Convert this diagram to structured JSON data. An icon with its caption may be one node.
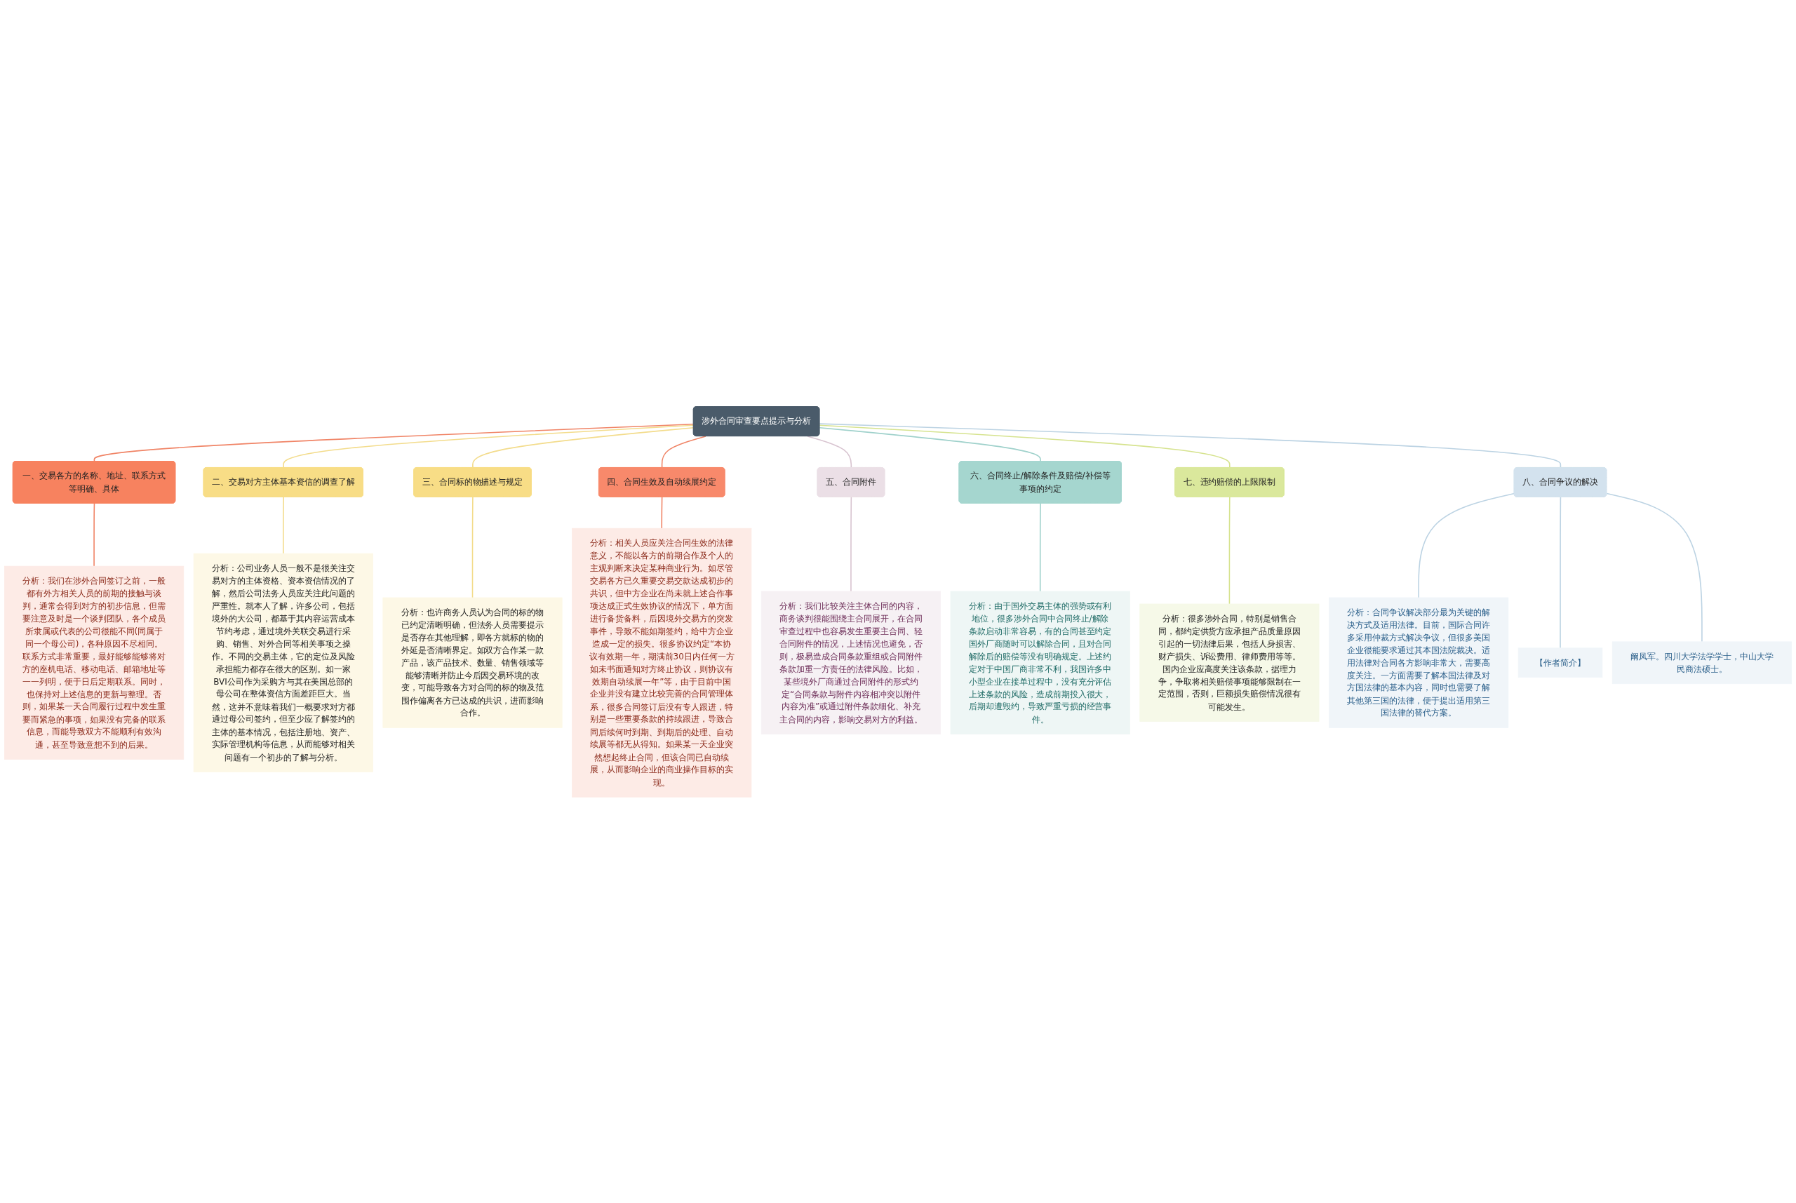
{
  "diagram": {
    "nodes": [
      {
        "text": [
          "涉外合同审查要点提示与分析"
        ]
      },
      {
        "text": [
          "一、交易各方的名称、地址、联系方式等明确、具体"
        ]
      },
      {
        "text": [
          "分析：我们在涉外合同签订之前，一般都有外方相关人员的前期的接触与谈判，通常会得到对方的初步信息，但需要注意及时是一个谈判团队，各个成员所隶属或代表的公司很能不同(同属于同一个母公司)，各种原因不尽相同。联系方式非常重要，最好能够能够将对方的座机电话、移动电话、邮箱地址等一一列明，便于日后定期联系。同时，也保持对上述信息的更新与整理。否则，如果某一天合同履行过程中发生重要而紧急的事项，如果没有完备的联系信息，而能导致双方不能顺利有效沟通，甚至导致意想不到的后果。"
        ]
      },
      {
        "text": [
          "二、交易对方主体基本资信的调查了解"
        ]
      },
      {
        "text": [
          "分析：公司业务人员一般不是很关注交易对方的主体资格、资本资信情况的了解，然后公司法务人员应关注此问题的严重性。就本人了解，许多公司，包括境外的大公司，都基于其内容运营成本节约考虑，通过境外关联交易进行采购、销售、对外合同等相关事项之操作。不同的交易主体，它的定位及风险承担能力都存在很大的区别。如一家BVI公司作为采购方与其在美国总部的母公司在整体资信方面差距巨大。当然，这并不意味着我们一概要求对方都通过母公司签约，但至少应了解签约的主体的基本情况，包括注册地、资产、实际管理机构等信息，从而能够对相关问题有一个初步的了解与分析。"
        ]
      },
      {
        "text": [
          "三、合同标的物描述与规定"
        ]
      },
      {
        "text": [
          "分析：也许商务人员认为合同的标的物已约定清晰明确，但法务人员需要提示是否存在其他理解，即各方就标的物的外延是否清晰界定。如双方合作某一款产品，该产品技术、数量、销售领域等能够清晰并防止今后因交易环境的改变，可能导致各方对合同的标的物及范围作偏离各方已达成的共识，进而影响合作。"
        ]
      },
      {
        "text": [
          "四、合同生效及自动续展约定"
        ]
      },
      {
        "text": [
          "分析：相关人员应关注合同生效的法律意义，不能以各方的前期合作及个人的主观判断来决定某种商业行为。如尽管交易各方已久重要交易交款达成初步的共识，但中方企业在尚未就上述合作事项达成正式生效协议的情况下，单方面进行备货备料，后因境外交易方的突发事件，导致不能如期签约，给中方企业造成一定的损失。很多协议约定“本协议有效期一年，期满前30日内任何一方如未书面通知对方终止协议，则协议有效期自动续展一年”等，由于目前中国企业并没有建立比较完善的合同管理体系，很多合同签订后没有专人跟进，特别是一些重要条款的持续跟进，导致合同后续何时到期、到期后的处理、自动续展等都无从得知。如果某一天企业突然想起终止合同，但该合同已自动续展，从而影响企业的商业操作目标的实现。"
        ]
      },
      {
        "text": [
          "五、合同附件"
        ]
      },
      {
        "text": [
          "分析：我们比较关注主体合同的内容，商务谈判很能围绕主合同展开，在合同审查过程中也容易发生重要主合同、轻合同附件的情况，上述情况也避免，否则，极易造成合同条款重组或合同附件条款加重一方责任的法律风险。比如，某些境外厂商通过合同附件的形式约定“合同条款与附件内容相冲突以附件内容为准”或通过附件条款细化、补充主合同的内容，影响交易对方的利益。"
        ]
      },
      {
        "text": [
          "六、合同终止/解除条件及赔偿/补偿等事项的约定"
        ]
      },
      {
        "text": [
          "分析：由于国外交易主体的强势或有利地位，很多涉外合同中合同终止/解除条款启动非常容易，有的合同甚至约定国外厂商随时可以解除合同，且对合同解除后的赔偿等没有明确规定。上述约定对于中国厂商非常不利，我国许多中小型企业在接单过程中，没有充分评估上述条款的风险，造成前期投入很大，后期却遭毁约，导致严重亏损的经营事件。"
        ]
      },
      {
        "text": [
          "七、违约赔偿的上限限制"
        ]
      },
      {
        "text": [
          "分析：很多涉外合同，特别是销售合同，都约定供货方应承担产品质量原因引起的一切法律后果，包括人身损害、财产损失、诉讼费用、律师费用等等。国内企业应高度关注该条款，据理力争，争取将相关赔偿事项能够限制在一定范围，否则，巨额损失赔偿情况很有可能发生。"
        ]
      },
      {
        "text": [
          "八、合同争议的解决"
        ]
      },
      {
        "text": [
          "分析：合同争议解决部分最为关键的解决方式及适用法律。目前，国际合同许多采用仲裁方式解决争议，但很多美国企业很能要求通过其本国法院裁决。适用法律对合同各方影响非常大，需要高度关注。一方面需要了解本国法律及对方国法律的基本内容，同时也需要了解其他第三国的法律，便于提出适用第三国法律的替代方案。"
        ]
      },
      {
        "text": [
          "【作者简介】"
        ]
      },
      {
        "text": [
          "阚凤军。四川大学法学学士，中山大学民商法硕士。"
        ]
      }
    ],
    "edges": [
      {
        "from": 0,
        "to": 1,
        "arrow": "none",
        "color": "#f08466"
      },
      {
        "from": 1,
        "to": 2,
        "arrow": "none",
        "color": "#f08466"
      },
      {
        "from": 0,
        "to": 3,
        "arrow": "none",
        "color": "#f3dc8c"
      },
      {
        "from": 3,
        "to": 4,
        "arrow": "none",
        "color": "#f3dc8c"
      },
      {
        "from": 0,
        "to": 5,
        "arrow": "none",
        "color": "#f3dc8c"
      },
      {
        "from": 5,
        "to": 6,
        "arrow": "none",
        "color": "#f3dc8c"
      },
      {
        "from": 0,
        "to": 7,
        "arrow": "none",
        "color": "#f08466"
      },
      {
        "from": 7,
        "to": 8,
        "arrow": "none",
        "color": "#f08466"
      },
      {
        "from": 0,
        "to": 9,
        "arrow": "none",
        "color": "#d8c4d0"
      },
      {
        "from": 9,
        "to": 10,
        "arrow": "none",
        "color": "#d8c4d0"
      },
      {
        "from": 0,
        "to": 11,
        "arrow": "none",
        "color": "#9fd1cb"
      },
      {
        "from": 11,
        "to": 12,
        "arrow": "none",
        "color": "#9fd1cb"
      },
      {
        "from": 0,
        "to": 13,
        "arrow": "none",
        "color": "#d6e38f"
      },
      {
        "from": 13,
        "to": 14,
        "arrow": "none",
        "color": "#d6e38f"
      },
      {
        "from": 0,
        "to": 15,
        "arrow": "none",
        "color": "#bcd3e3"
      },
      {
        "from": 15,
        "to": 16,
        "arrow": "none",
        "color": "#bcd3e3"
      },
      {
        "from": 15,
        "to": 17,
        "arrow": "none",
        "color": "#bcd3e3"
      },
      {
        "from": 15,
        "to": 18,
        "arrow": "none",
        "color": "#bcd3e3"
      }
    ]
  }
}
